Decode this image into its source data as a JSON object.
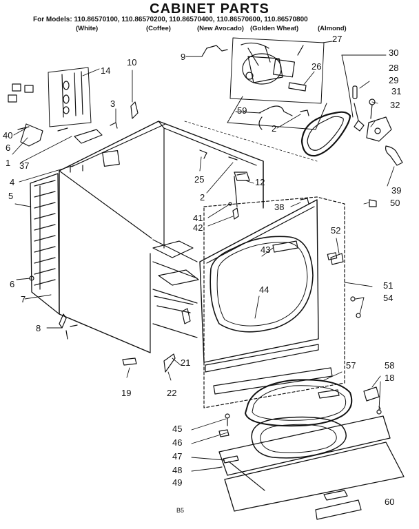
{
  "title": "CABINET PARTS",
  "models_label": "For Models: 110.86570100, 110.86570200, 110.86570400, 110.86570600, 110.86570800",
  "colors": [
    "(White)",
    "(Coffee)",
    "(New Avocado)",
    "(Golden Wheat)",
    "(Almond)"
  ],
  "callouts": {
    "c1": "1",
    "c2a": "2",
    "c2b": "2",
    "c3": "3",
    "c4": "4",
    "c5": "5",
    "c6a": "6",
    "c6b": "6",
    "c7": "7",
    "c8": "8",
    "c9": "9",
    "c10": "10",
    "c12": "12",
    "c14": "14",
    "c18": "18",
    "c19": "19",
    "c21": "21",
    "c22": "22",
    "c25": "25",
    "c26": "26",
    "c27": "27",
    "c28": "28",
    "c29": "29",
    "c30": "30",
    "c31": "31",
    "c32": "32",
    "c37": "37",
    "c38": "38",
    "c39": "39",
    "c40": "40",
    "c41": "41",
    "c42": "42",
    "c43": "43",
    "c44": "44",
    "c45": "45",
    "c46": "46",
    "c47": "47",
    "c48": "48",
    "c49": "49",
    "c50": "50",
    "c51": "51",
    "c52": "52",
    "c54": "54",
    "c57": "57",
    "c58": "58",
    "c59": "59",
    "c60": "60"
  },
  "page_code": "B5"
}
